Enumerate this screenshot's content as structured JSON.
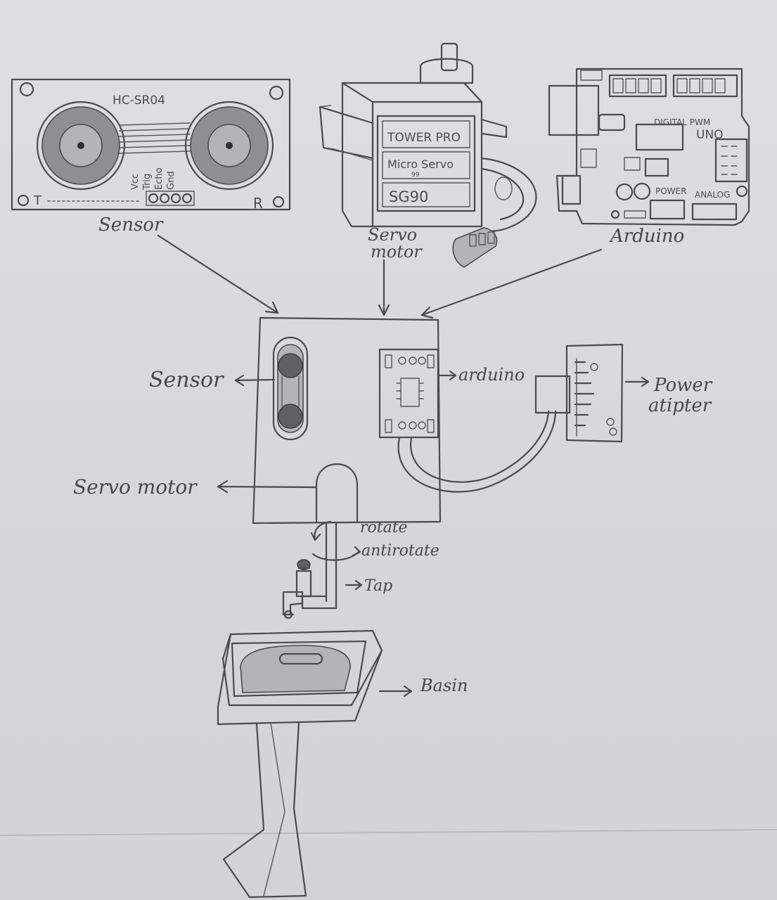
{
  "components": {
    "sensor": {
      "model": "HC-SR04",
      "pins": [
        "Vcc",
        "Trig",
        "Echo",
        "Gnd"
      ],
      "left_mark": "T",
      "right_mark": "R",
      "caption": "Sensor"
    },
    "servo": {
      "brand": "TOWER PRO",
      "model_line": "Micro Servo",
      "model_line2": "99",
      "model": "SG90",
      "caption_line1": "Servo",
      "caption_line2": "motor"
    },
    "arduino": {
      "digital": "DIGITAL PWM",
      "board": "UNO",
      "power": "POWER",
      "analog": "ANALOG",
      "caption": "Arduino"
    }
  },
  "assembly": {
    "sensor_label": "Sensor",
    "arduino_label": "arduino",
    "adapter_label_line1": "Power",
    "adapter_label_line2": "atipter",
    "servo_label": "Servo motor",
    "rotate_label": "rotate",
    "antirotate_label": "antirotate",
    "tap_label": "Tap",
    "basin_label": "Basin"
  }
}
